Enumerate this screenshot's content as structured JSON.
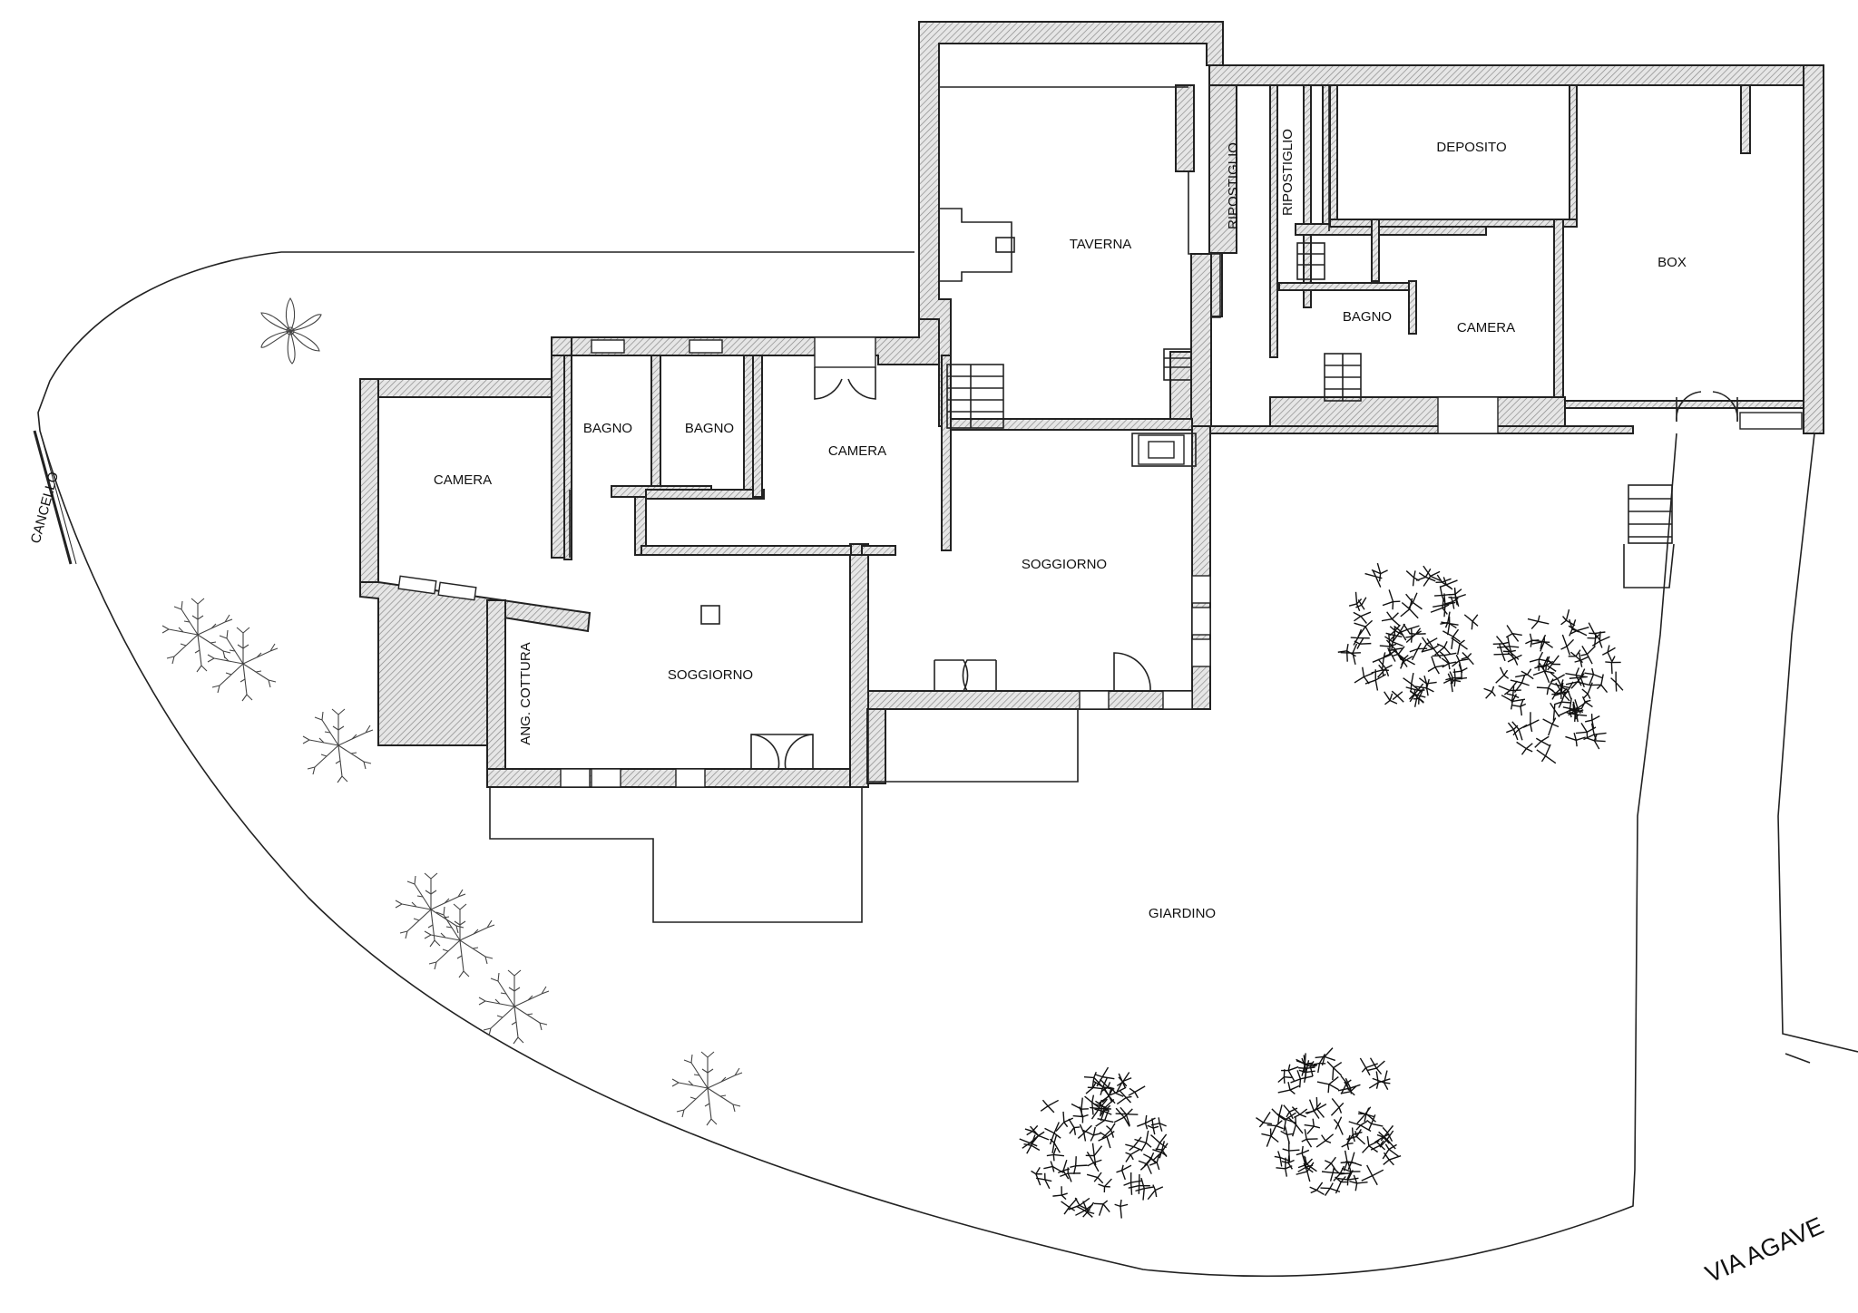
{
  "plan": {
    "rooms": [
      {
        "id": "taverna",
        "label": "TAVERNA"
      },
      {
        "id": "ripostiglio-1",
        "label": "RIPOSTIGLIO"
      },
      {
        "id": "ripostiglio-2",
        "label": "RIPOSTIGLIO"
      },
      {
        "id": "deposito",
        "label": "DEPOSITO"
      },
      {
        "id": "box",
        "label": "BOX"
      },
      {
        "id": "bagno-east",
        "label": "BAGNO"
      },
      {
        "id": "camera-east",
        "label": "CAMERA"
      },
      {
        "id": "camera-west",
        "label": "CAMERA"
      },
      {
        "id": "bagno-west-1",
        "label": "BAGNO"
      },
      {
        "id": "bagno-west-2",
        "label": "BAGNO"
      },
      {
        "id": "camera-center",
        "label": "CAMERA"
      },
      {
        "id": "soggiorno-east",
        "label": "SOGGIORNO"
      },
      {
        "id": "soggiorno-west",
        "label": "SOGGIORNO"
      },
      {
        "id": "ang-cottura",
        "label": "ANG. COTTURA"
      },
      {
        "id": "giardino",
        "label": "GIARDINO"
      }
    ],
    "cancello": "CANCELLO",
    "street": "VIA AGAVE",
    "colors": {
      "line": "#222222",
      "hatch": "#9a9a9a",
      "background": "#ffffff"
    }
  }
}
